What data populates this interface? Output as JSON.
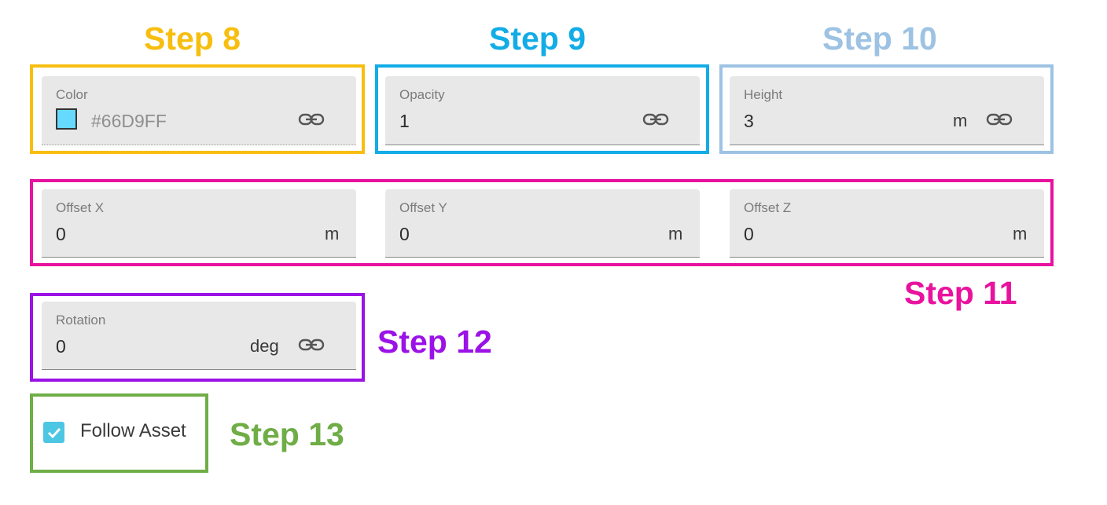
{
  "steps": {
    "s8": "Step 8",
    "s9": "Step 9",
    "s10": "Step 10",
    "s11": "Step 11",
    "s12": "Step 12",
    "s13": "Step 13"
  },
  "colors": {
    "step8": "#F7BE0F",
    "step9": "#12ACE6",
    "step10": "#9DC2E3",
    "step11": "#E8129E",
    "step12": "#9B12E6",
    "step13": "#6FAD47",
    "field_bg": "#E8E8E8",
    "checkbox": "#4CC6E3"
  },
  "fields": {
    "color": {
      "label": "Color",
      "value": "#66D9FF",
      "swatch_color": "#66D9FF",
      "icon": "link-icon",
      "disabled": true
    },
    "opacity": {
      "label": "Opacity",
      "value": "1",
      "icon": "link-icon"
    },
    "height": {
      "label": "Height",
      "value": "3",
      "unit": "m",
      "icon": "link-icon"
    },
    "offset_x": {
      "label": "Offset X",
      "value": "0",
      "unit": "m"
    },
    "offset_y": {
      "label": "Offset Y",
      "value": "0",
      "unit": "m"
    },
    "offset_z": {
      "label": "Offset Z",
      "value": "0",
      "unit": "m"
    },
    "rotation": {
      "label": "Rotation",
      "value": "0",
      "unit": "deg",
      "icon": "link-icon"
    }
  },
  "follow_asset": {
    "label": "Follow Asset",
    "checked": true
  }
}
